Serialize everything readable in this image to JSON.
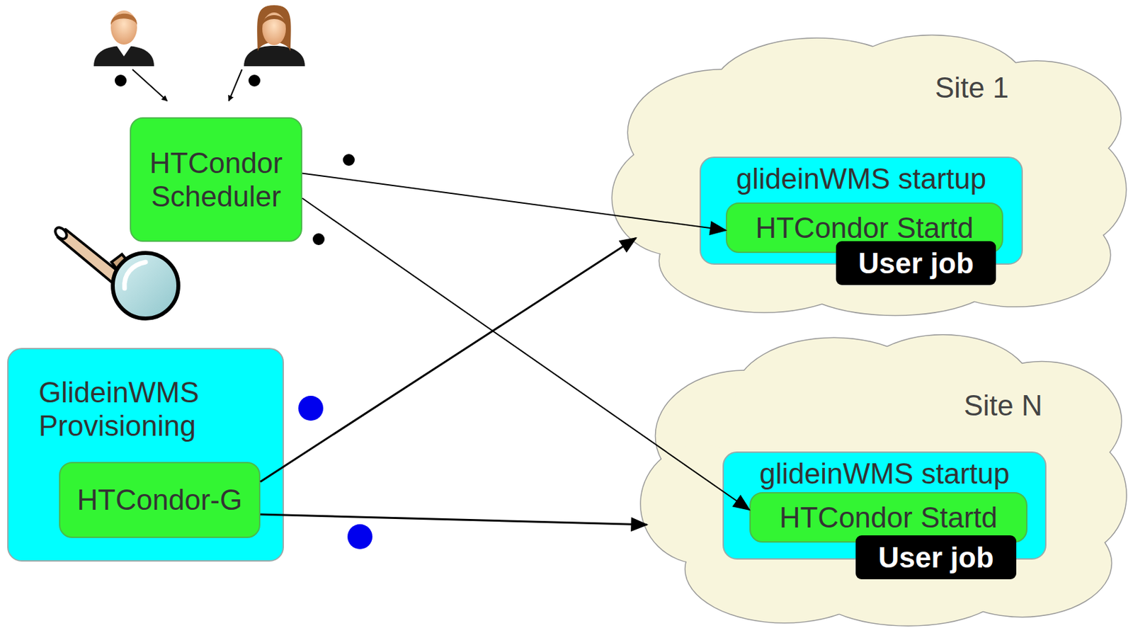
{
  "diagram": {
    "nodes": [
      {
        "text": [
          "HTCondor Scheduler"
        ]
      },
      {
        "text": [
          "GlideinWMS Provisioning"
        ]
      },
      {
        "text": [
          "HTCondor-G"
        ],
        "in": 1
      },
      {
        "text": [
          "Site 1"
        ]
      },
      {
        "text": [
          "glideinWMS startup"
        ],
        "in": 3
      },
      {
        "text": [
          "HTCondor Startd"
        ],
        "in": 4
      },
      {
        "text": [
          "User job"
        ],
        "in": 4
      },
      {
        "text": [
          "Site N"
        ]
      },
      {
        "text": [
          "glideinWMS startup"
        ],
        "in": 7
      },
      {
        "text": [
          "HTCondor Startd"
        ],
        "in": 8
      },
      {
        "text": [
          "User job"
        ],
        "in": 8
      }
    ],
    "edges": [
      {
        "from": 0,
        "to": 5,
        "arrow": "to"
      },
      {
        "from": 0,
        "to": 9,
        "arrow": "to"
      },
      {
        "from": 2,
        "to": 3,
        "arrow": "to"
      },
      {
        "from": 2,
        "to": 7,
        "arrow": "to"
      }
    ]
  }
}
